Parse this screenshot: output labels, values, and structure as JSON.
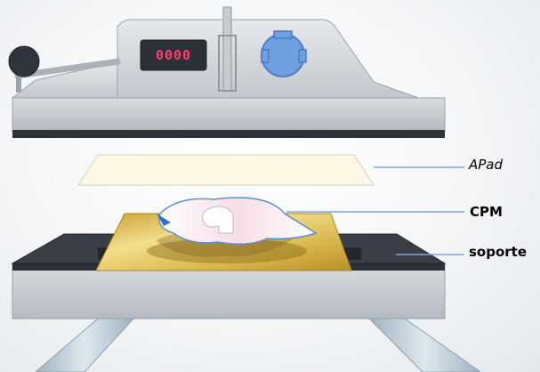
{
  "diagram": {
    "display": {
      "value": "0000",
      "color": "#ff3d6e"
    },
    "labels": {
      "apad": "APad",
      "cpm": "CPM",
      "soporte": "soporte"
    },
    "colors": {
      "leader_line": "#7fa6d6",
      "press_body": "#c5cbd1",
      "platen": "#3a3f47",
      "gold_sheet": "#d9b64a",
      "apad_sheet": "#fdf8e6",
      "dial": "#6e9fe0"
    }
  }
}
